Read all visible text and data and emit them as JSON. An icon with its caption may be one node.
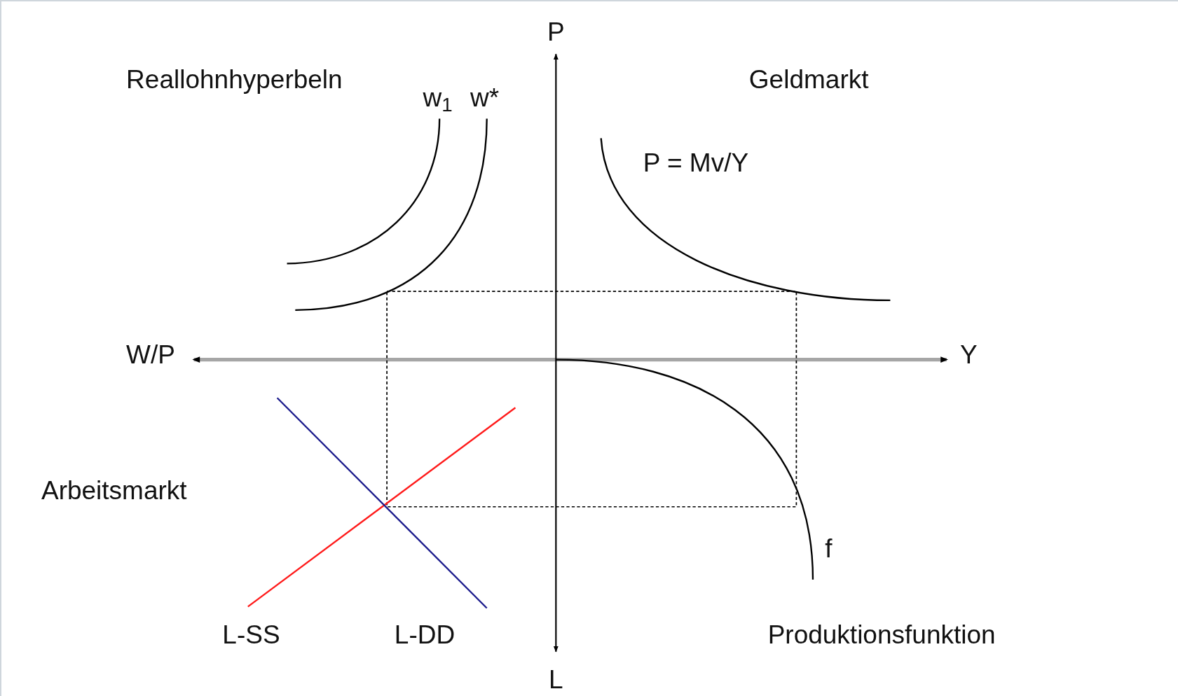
{
  "diagram": {
    "labels": [
      "P",
      "Reallohnhyperbeln",
      "w$_{1}$",
      "w*",
      "Geldmarkt",
      "P = Mv/Y",
      "W/P",
      "Y",
      "Arbeitsmarkt",
      "f",
      "L-SS",
      "L-DD",
      "Produktionsfunktion",
      "L"
    ]
  }
}
